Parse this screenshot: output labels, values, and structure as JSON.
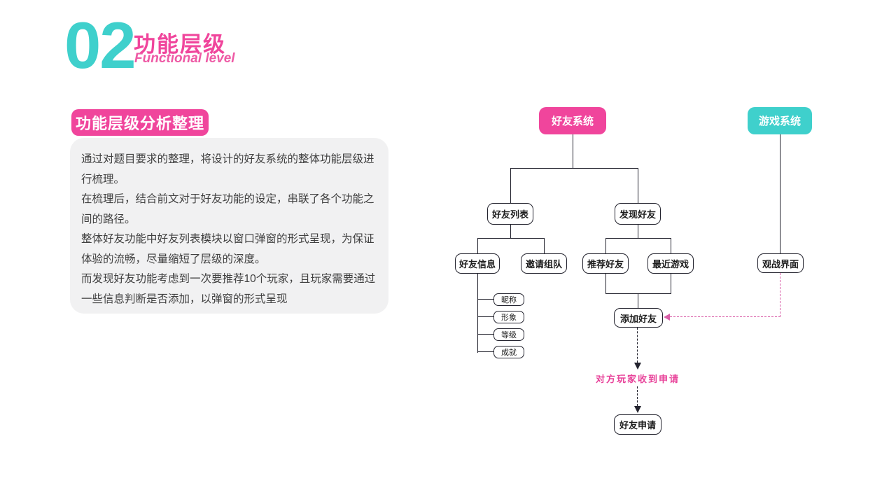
{
  "header": {
    "number": "02",
    "title": "功能层级",
    "subtitle": "Functional level"
  },
  "panel": {
    "badge": "功能层级分析整理",
    "paragraphs": [
      "通过对题目要求的整理，将设计的好友系统的整体功能层级进行梳理。",
      "在梳理后，结合前文对于好友功能的设定，串联了各个功能之间的路径。",
      "整体好友功能中好友列表模块以窗口弹窗的形式呈现，为保证体验的流畅，尽量缩短了层级的深度。",
      "而发现好友功能考虑到一次要推荐10个玩家，且玩家需要通过一些信息判断是否添加，以弹窗的形式呈现"
    ]
  },
  "flowchart": {
    "nodes": {
      "friend_system": {
        "label": "好友系统"
      },
      "game_system": {
        "label": "游戏系统"
      },
      "friend_list": {
        "label": "好友列表"
      },
      "discover_friends": {
        "label": "发现好友"
      },
      "friend_info": {
        "label": "好友信息"
      },
      "invite_team": {
        "label": "邀请组队"
      },
      "recommend_friends": {
        "label": "推荐好友"
      },
      "recent_games": {
        "label": "最近游戏"
      },
      "spectate_ui": {
        "label": "观战界面"
      },
      "nickname": {
        "label": "昵称"
      },
      "appearance": {
        "label": "形象"
      },
      "level": {
        "label": "等级"
      },
      "achievement": {
        "label": "成就"
      },
      "add_friend": {
        "label": "添加好友"
      },
      "friend_request": {
        "label": "好友申请"
      }
    },
    "annotation": "对方玩家收到申请"
  },
  "colors": {
    "accent-pink": "#F0459C",
    "subtitle-pink": "#EE5AA5",
    "accent-teal": "#3FD0CC",
    "annotation-pink": "#E8439A",
    "dash-pink": "#D95FA8",
    "line-dark": "#23232E",
    "panel-gray": "#F1F1F2",
    "text-dark": "#404040"
  }
}
